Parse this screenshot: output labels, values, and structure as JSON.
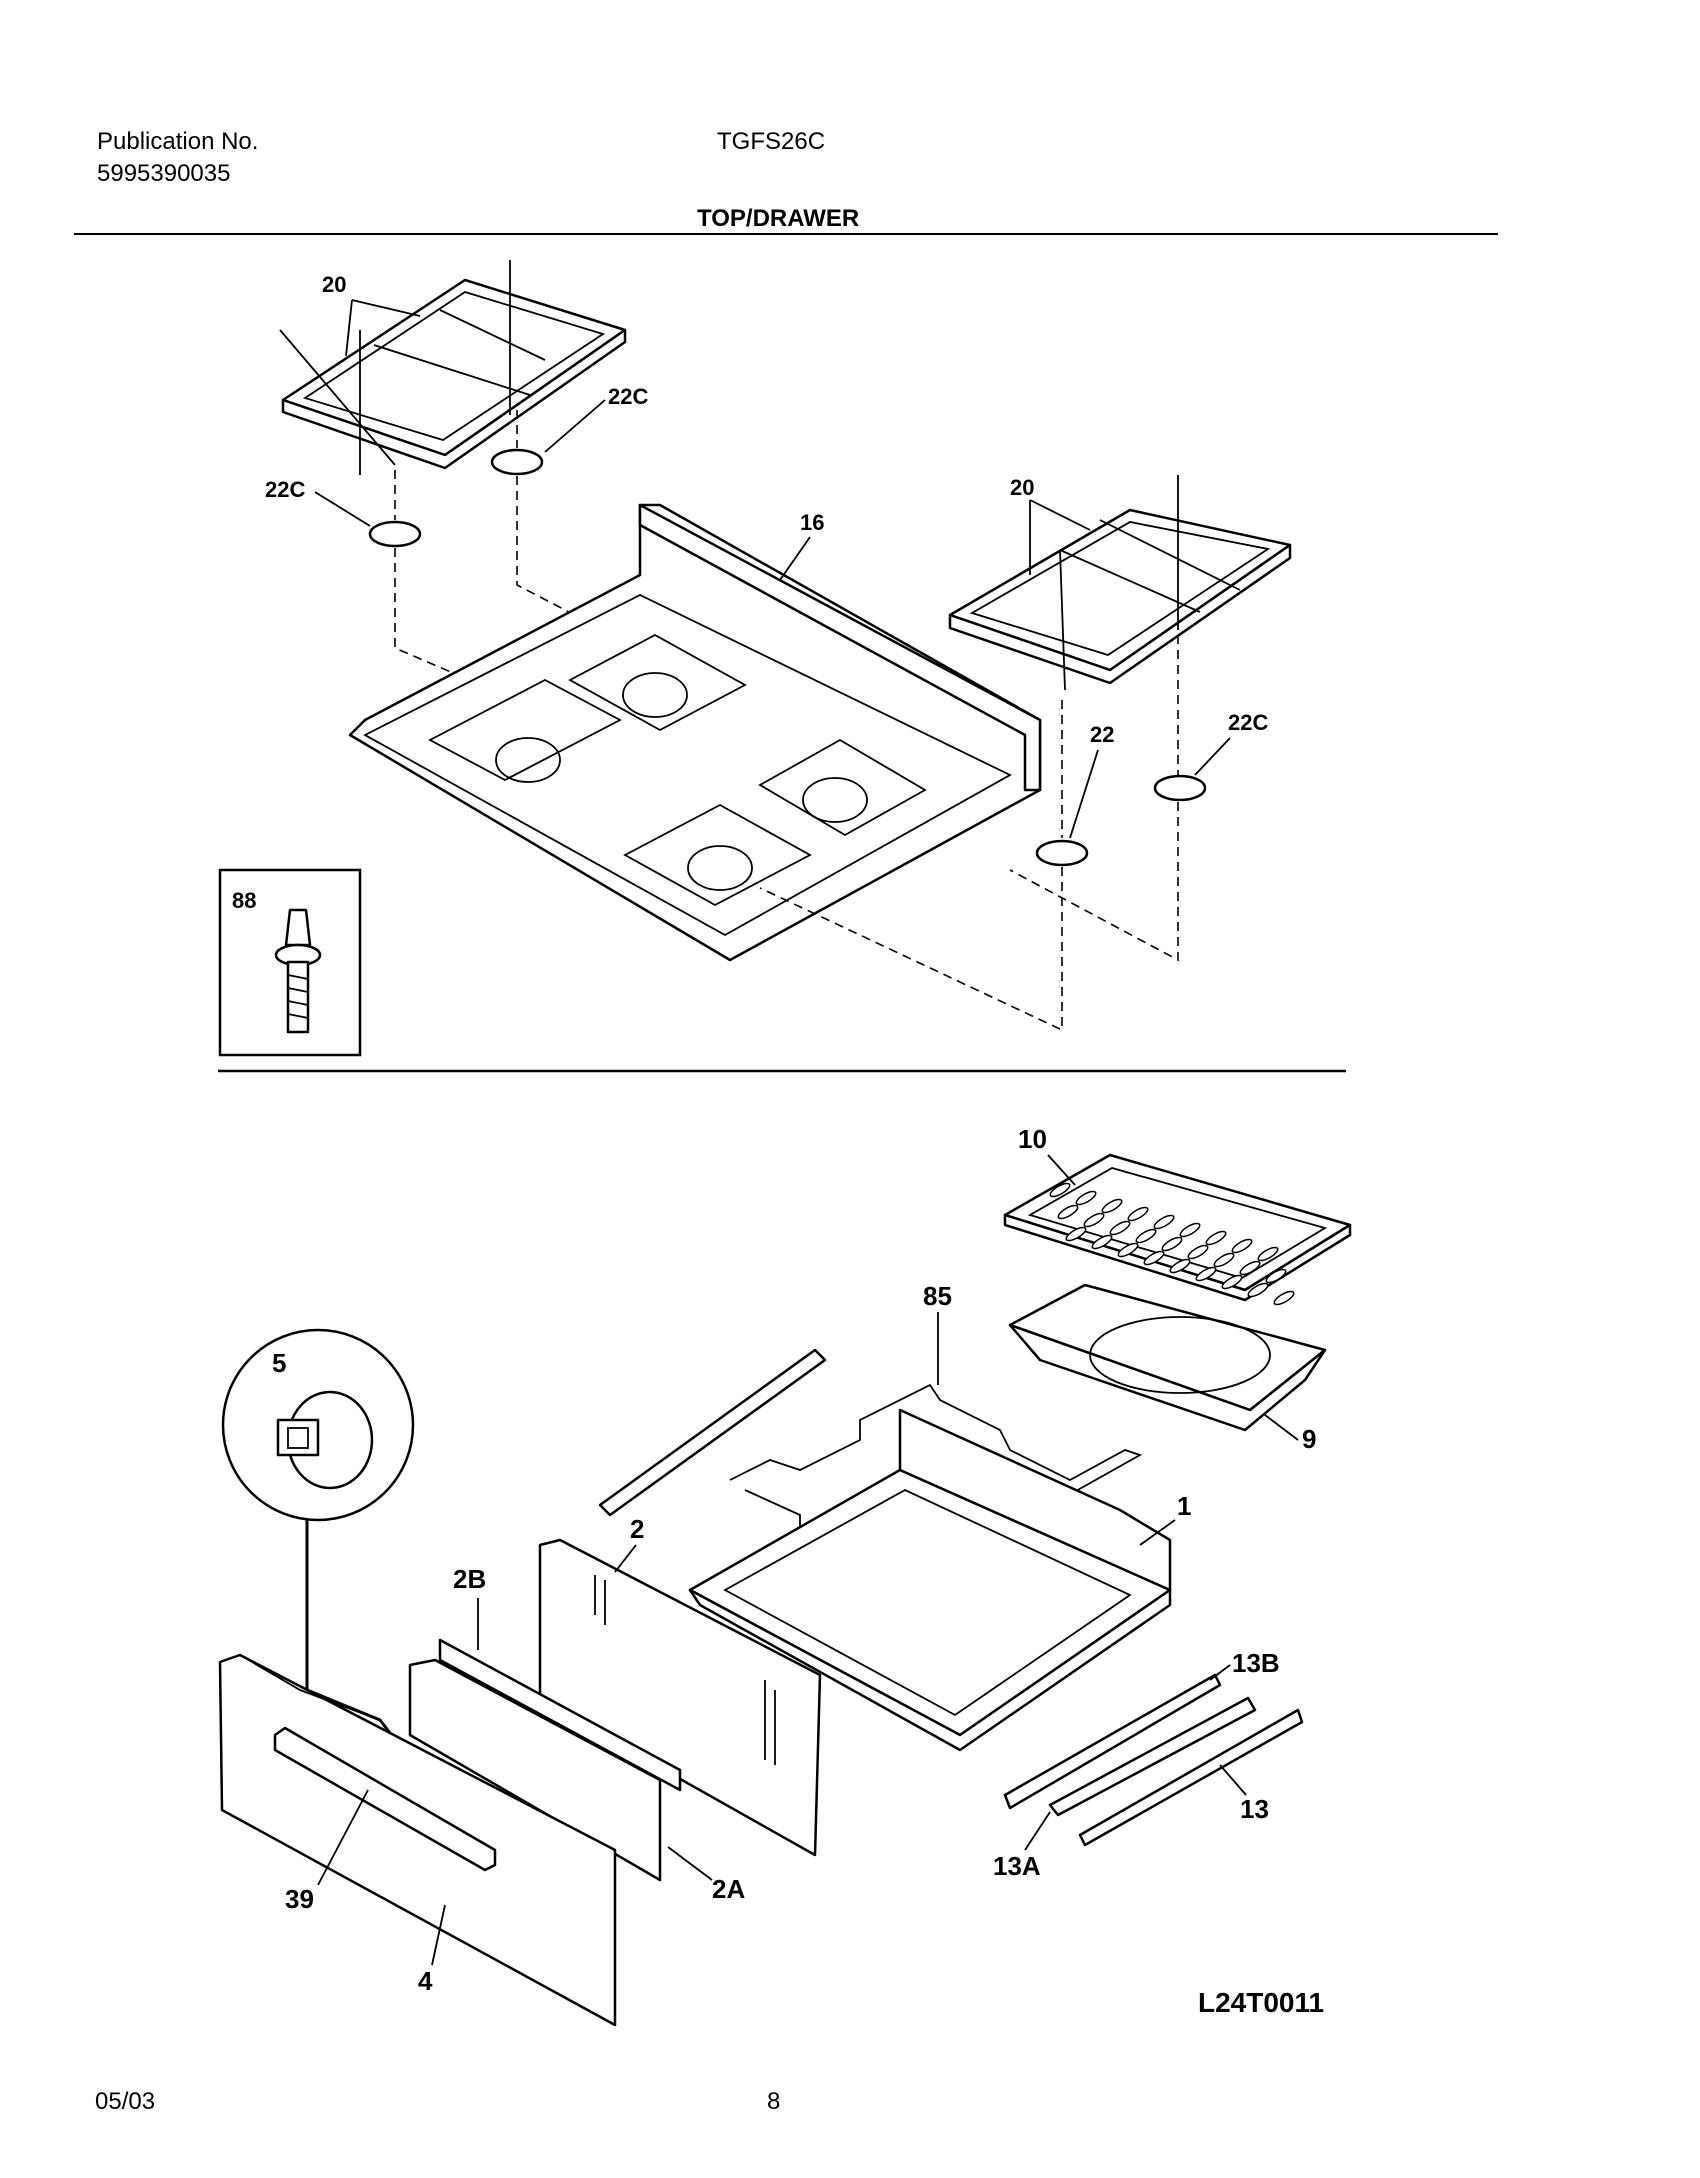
{
  "header": {
    "publication_label": "Publication No.",
    "publication_number": "5995390035",
    "model": "TGFS26C",
    "section_title": "TOP/DRAWER"
  },
  "callouts": {
    "grate_left": "20",
    "cap_left_upper": "22C",
    "cap_left_lower": "22C",
    "cooktop": "16",
    "grate_right": "20",
    "cap_right_22": "22",
    "cap_right_22c": "22C",
    "screw_inset": "88",
    "broiler_grid": "10",
    "frame": "85",
    "broiler_pan": "9",
    "knob": "5",
    "drawer_body": "1",
    "drawer_back": "2",
    "liner": "2B",
    "slide_13b": "13B",
    "slide_13": "13",
    "slide_13a": "13A",
    "clip": "2A",
    "handle": "39",
    "drawer_front": "4"
  },
  "diagram_code": "L24T0011",
  "footer": {
    "date": "05/03",
    "page": "8"
  }
}
